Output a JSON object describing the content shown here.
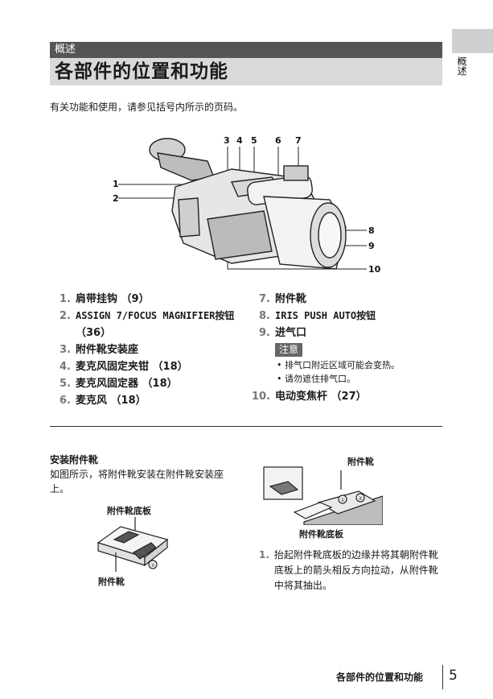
{
  "header": {
    "section": "概述",
    "title": "各部件的位置和功能",
    "side_label": "概述"
  },
  "intro": "有关功能和使用，请参见括号内所示的页码。",
  "figure_callouts": {
    "top": [
      "3",
      "4",
      "5",
      "6",
      "7"
    ],
    "left": [
      "1",
      "2"
    ],
    "right": [
      "8",
      "9",
      "10"
    ]
  },
  "parts_left": [
    {
      "num": "1.",
      "label": "肩带挂钩 （9）"
    },
    {
      "num": "2.",
      "label": "ASSIGN 7/FOCUS MAGNIFIER按钮",
      "label2": "（36）"
    },
    {
      "num": "3.",
      "label": "附件靴安装座"
    },
    {
      "num": "4.",
      "label": "麦克风固定夹钳 （18）"
    },
    {
      "num": "5.",
      "label": "麦克风固定器 （18）"
    },
    {
      "num": "6.",
      "label": "麦克风 （18）"
    }
  ],
  "parts_right": [
    {
      "num": "7.",
      "label": "附件靴"
    },
    {
      "num": "8.",
      "label": "IRIS PUSH AUTO按钮"
    },
    {
      "num": "9.",
      "label": "进气口"
    }
  ],
  "note": {
    "badge": "注意",
    "bullets": [
      "排气口附近区域可能会变热。",
      "请勿遮住排气口。"
    ]
  },
  "part_10": {
    "num": "10.",
    "label": "电动变焦杆 （27）"
  },
  "accessory": {
    "title": "安装附件靴",
    "text": "如图所示，将附件靴安装在附件靴安装座上。",
    "fig_left": {
      "top_label": "附件靴底板",
      "bottom_label": "附件靴",
      "marker": "①"
    },
    "fig_right": {
      "top_label": "附件靴",
      "bottom_label": "附件靴底板",
      "marker1": "①",
      "marker2": "②"
    },
    "step": {
      "num": "1.",
      "text": "抬起附件靴底板的边缘并将其朝附件靴底板上的箭头相反方向拉动，从附件靴中将其抽出。"
    }
  },
  "footer": {
    "title": "各部件的位置和功能",
    "page": "5"
  }
}
